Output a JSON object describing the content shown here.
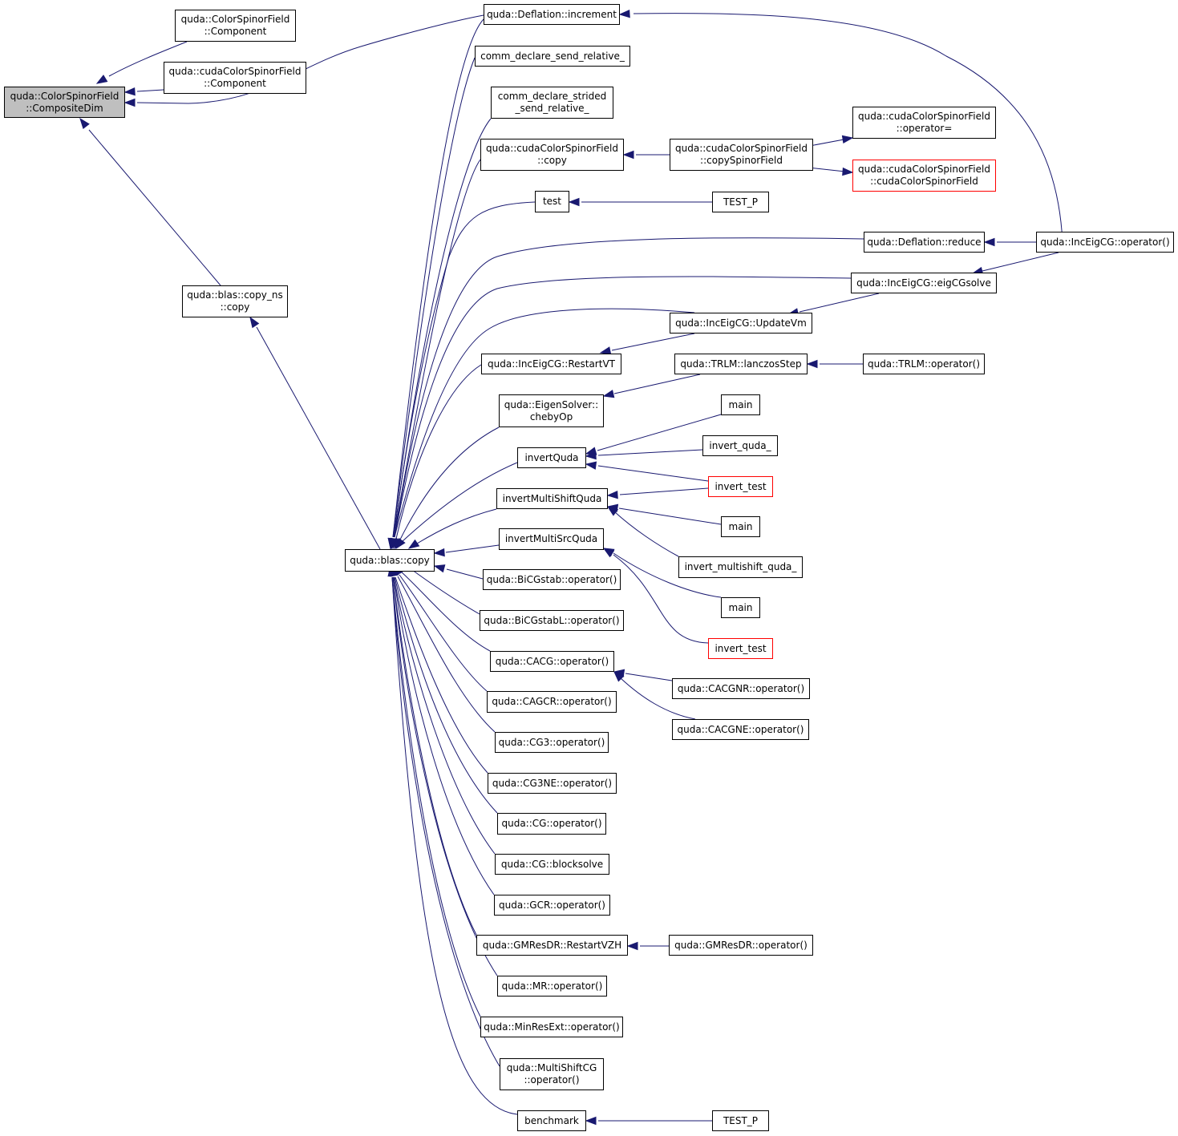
{
  "colors": {
    "edge": "#191970",
    "node_border": "#000000",
    "truncated_border": "#ff0000",
    "focus_fill": "#bfbfbf"
  },
  "nodes": {
    "compositeDim": {
      "line1": "quda::ColorSpinorField",
      "line2": "::CompositeDim"
    },
    "csfComponent": {
      "line1": "quda::ColorSpinorField",
      "line2": "::Component"
    },
    "ccsfComponent": {
      "line1": "quda::cudaColorSpinorField",
      "line2": "::Component"
    },
    "copyNsCopy": {
      "line1": "quda::blas::copy_ns",
      "line2": "::copy"
    },
    "blasCopy": {
      "line1": "quda::blas::copy"
    },
    "deflIncrement": {
      "line1": "quda::Deflation::increment"
    },
    "commSendRel": {
      "line1": "comm_declare_send_relative_"
    },
    "commStrided": {
      "line1": "comm_declare_strided",
      "line2": "_send_relative_"
    },
    "ccsfCopy": {
      "line1": "quda::cudaColorSpinorField",
      "line2": "::copy"
    },
    "test": {
      "line1": "test"
    },
    "restartVT": {
      "line1": "quda::IncEigCG::RestartVT"
    },
    "chebyOp": {
      "line1": "quda::EigenSolver::",
      "line2": "chebyOp"
    },
    "invertQuda": {
      "line1": "invertQuda"
    },
    "invertMultiShift": {
      "line1": "invertMultiShiftQuda"
    },
    "invertMultiSrc": {
      "line1": "invertMultiSrcQuda"
    },
    "bicgstab": {
      "line1": "quda::BiCGstab::operator()"
    },
    "bicgstabL": {
      "line1": "quda::BiCGstabL::operator()"
    },
    "cacg": {
      "line1": "quda::CACG::operator()"
    },
    "cagcr": {
      "line1": "quda::CAGCR::operator()"
    },
    "cg3": {
      "line1": "quda::CG3::operator()"
    },
    "cg3ne": {
      "line1": "quda::CG3NE::operator()"
    },
    "cg": {
      "line1": "quda::CG::operator()"
    },
    "cgBlock": {
      "line1": "quda::CG::blocksolve"
    },
    "gcr": {
      "line1": "quda::GCR::operator()"
    },
    "restartVZH": {
      "line1": "quda::GMResDR::RestartVZH"
    },
    "mr": {
      "line1": "quda::MR::operator()"
    },
    "minres": {
      "line1": "quda::MinResExt::operator()"
    },
    "multiShiftCG": {
      "line1": "quda::MultiShiftCG",
      "line2": "::operator()"
    },
    "benchmark": {
      "line1": "benchmark"
    },
    "copySpinorField": {
      "line1": "quda::cudaColorSpinorField",
      "line2": "::copySpinorField"
    },
    "testP1": {
      "line1": "TEST_P"
    },
    "updateVm": {
      "line1": "quda::IncEigCG::UpdateVm"
    },
    "lanczosStep": {
      "line1": "quda::TRLM::lanczosStep"
    },
    "main1": {
      "line1": "main"
    },
    "invertQuda_": {
      "line1": "invert_quda_"
    },
    "invertTest1": {
      "line1": "invert_test"
    },
    "main2": {
      "line1": "main"
    },
    "invertMultishift_": {
      "line1": "invert_multishift_quda_"
    },
    "main3": {
      "line1": "main"
    },
    "invertTest2": {
      "line1": "invert_test"
    },
    "cacgnr": {
      "line1": "quda::CACGNR::operator()"
    },
    "cacgne": {
      "line1": "quda::CACGNE::operator()"
    },
    "gmresdr": {
      "line1": "quda::GMResDR::operator()"
    },
    "testP2": {
      "line1": "TEST_P"
    },
    "deflReduce": {
      "line1": "quda::Deflation::reduce"
    },
    "eigCGsolve": {
      "line1": "quda::IncEigCG::eigCGsolve"
    },
    "opAssign": {
      "line1": "quda::cudaColorSpinorField",
      "line2": "::operator="
    },
    "ccsfCtor": {
      "line1": "quda::cudaColorSpinorField",
      "line2": "::cudaColorSpinorField"
    },
    "incEigOp": {
      "line1": "quda::IncEigCG::operator()"
    },
    "trlmOp": {
      "line1": "quda::TRLM::operator()"
    }
  }
}
